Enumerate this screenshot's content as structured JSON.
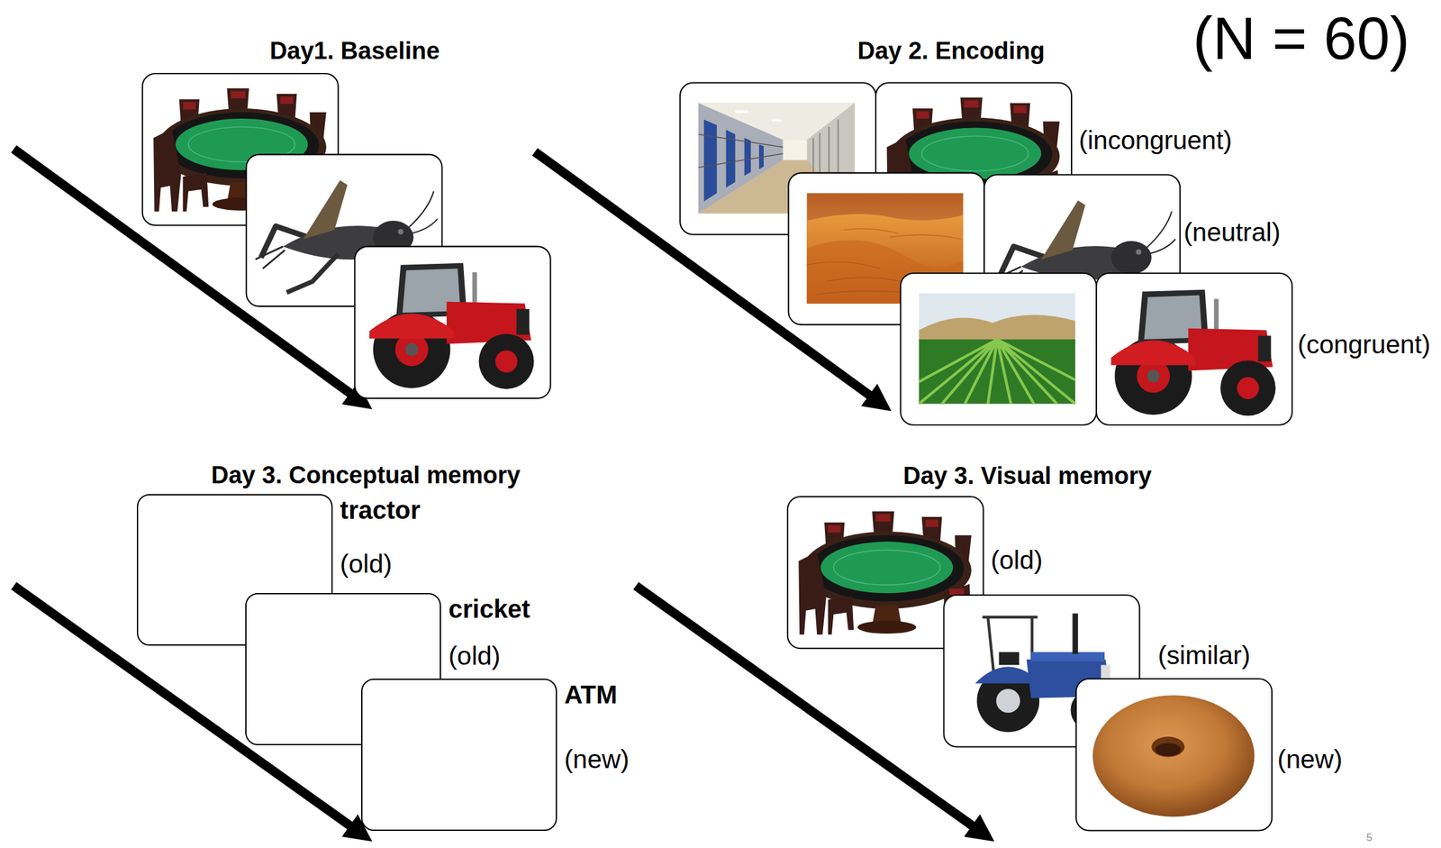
{
  "diagram": {
    "nodes": [
      {
        "text": [
          "tractor",
          "(old)"
        ]
      },
      {
        "text": [
          "cricket",
          "(old)"
        ]
      },
      {
        "text": [
          "ATM",
          "(new)"
        ]
      }
    ],
    "labels": [
      "(N = 60)",
      "Day1. Baseline",
      "Day 2. Encoding",
      "(incongruent)",
      "(neutral)",
      "(congruent)",
      "Day 3. Conceptual memory",
      "Day 3. Visual memory",
      "(old)",
      "(similar)",
      "(new)",
      "5"
    ]
  }
}
